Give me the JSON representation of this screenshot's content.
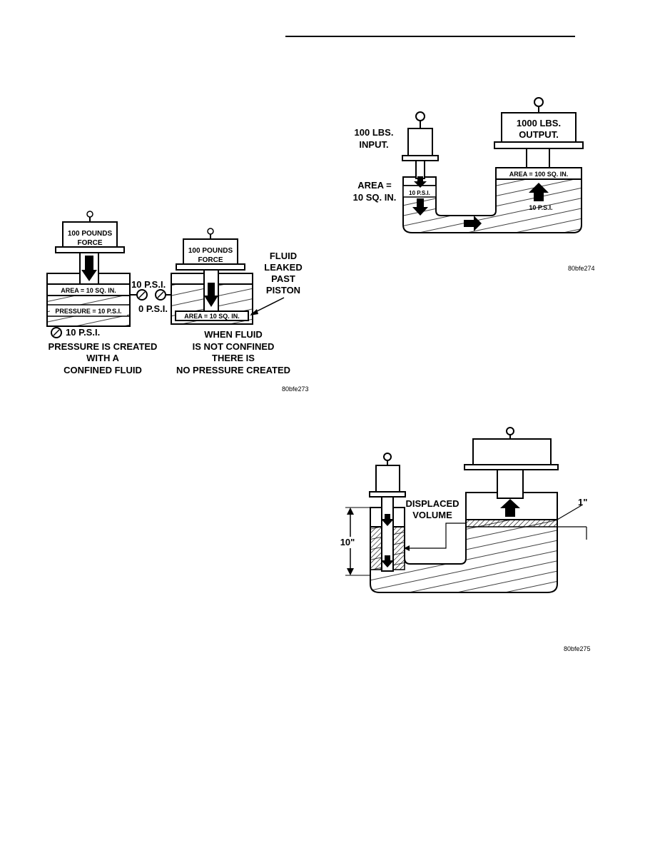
{
  "figure1": {
    "left_weight_line1": "100 POUNDS",
    "left_weight_line2": "FORCE",
    "left_area": "AREA = 10 SQ. IN.",
    "left_pressure": "PRESSURE = 10 P.S.I.",
    "left_gauge_bottom": "10 P.S.I.",
    "left_gauge_side": "10 P.S.I.",
    "right_gauge_side": "0 P.S.I.",
    "right_weight_line1": "100 POUNDS",
    "right_weight_line2": "FORCE",
    "leak_line1": "FLUID",
    "leak_line2": "LEAKED",
    "leak_line3": "PAST",
    "leak_line4": "PISTON",
    "right_area": "AREA = 10 SQ. IN.",
    "caption_left_line1": "PRESSURE IS CREATED",
    "caption_left_line2": "WITH A",
    "caption_left_line3": "CONFINED FLUID",
    "caption_right_line1": "WHEN FLUID",
    "caption_right_line2": "IS NOT CONFINED",
    "caption_right_line3": "THERE IS",
    "caption_right_line4": "NO PRESSURE CREATED",
    "id": "80bfe273"
  },
  "figure2": {
    "input_line1": "100 LBS.",
    "input_line2": "INPUT.",
    "area_line1": "AREA =",
    "area_line2": "10 SQ. IN.",
    "small_psi": "10 P.S.I.",
    "output_line1": "1000 LBS.",
    "output_line2": "OUTPUT.",
    "output_area": "AREA = 100 SQ. IN.",
    "large_psi": "10 P.S.I.",
    "id": "80bfe274"
  },
  "figure3": {
    "displaced_line1": "DISPLACED",
    "displaced_line2": "VOLUME",
    "ten_inch": "10\"",
    "one_inch": "1\"",
    "id": "80bfe275"
  }
}
